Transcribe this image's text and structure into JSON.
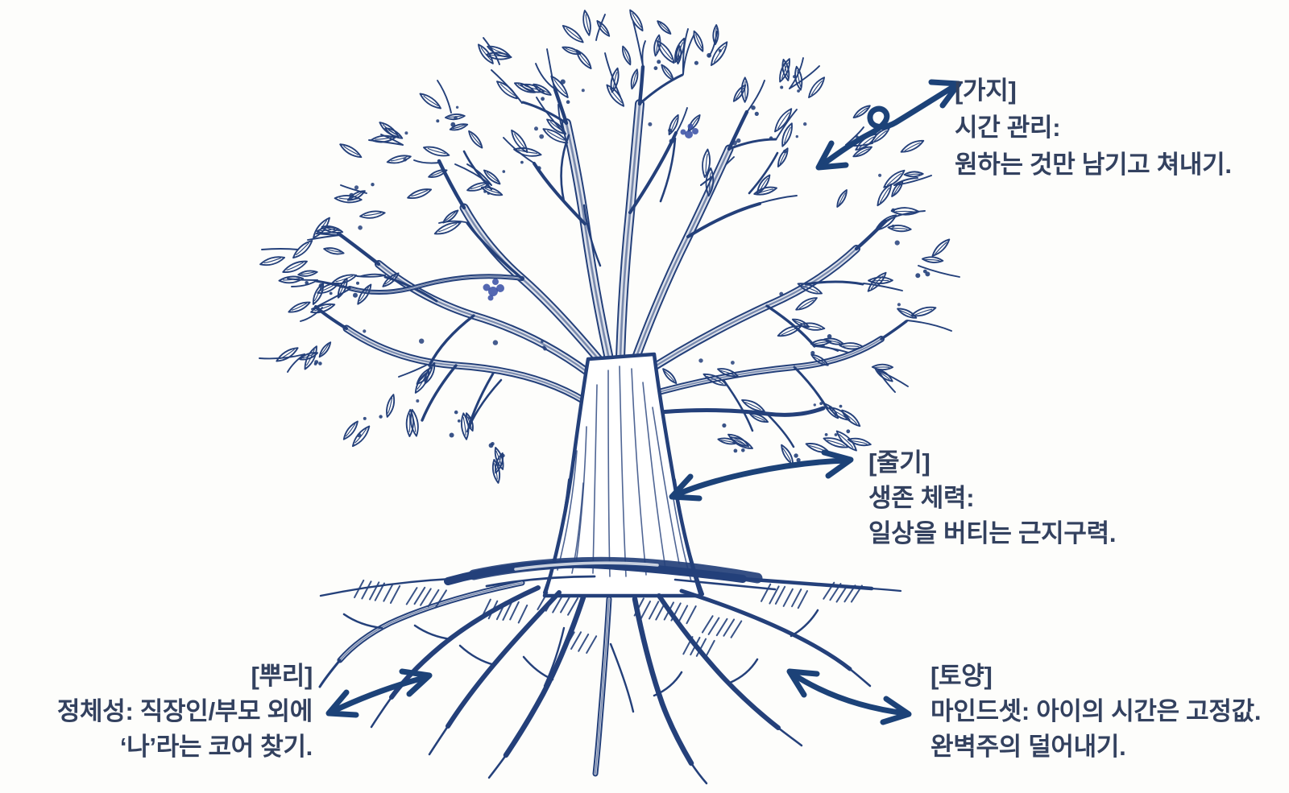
{
  "figure": {
    "background": "#fdfdfb",
    "ink_color": "#24407a",
    "ink_dark": "#1a2f60",
    "text_color": "#33415f",
    "arrow_color": "#1c4278",
    "blossom_accent": "#3b52a6",
    "subject": "hand-drawn ink tree with branches, trunk, roots and soil"
  },
  "icons": {
    "branches_arrow": "curved-double-arrow-with-loop",
    "trunk_arrow": "curved-double-arrow",
    "roots_arrow": "curved-double-arrow",
    "soil_arrow": "curved-double-arrow"
  },
  "annotations": {
    "branches": {
      "bracket_label": "[가지]",
      "line1": "시간 관리:",
      "line2": "원하는 것만 남기고 쳐내기."
    },
    "trunk": {
      "bracket_label": "[줄기]",
      "line1": "생존 체력:",
      "line2": "일상을 버티는 근지구력."
    },
    "roots": {
      "bracket_label": "[뿌리]",
      "line1": "정체성: 직장인/부모 외에",
      "line2": "‘나’라는 코어 찾기."
    },
    "soil": {
      "bracket_label": "[토양]",
      "line1": "마인드셋: 아이의 시간은 고정값.",
      "line2": "완벽주의 덜어내기."
    }
  }
}
